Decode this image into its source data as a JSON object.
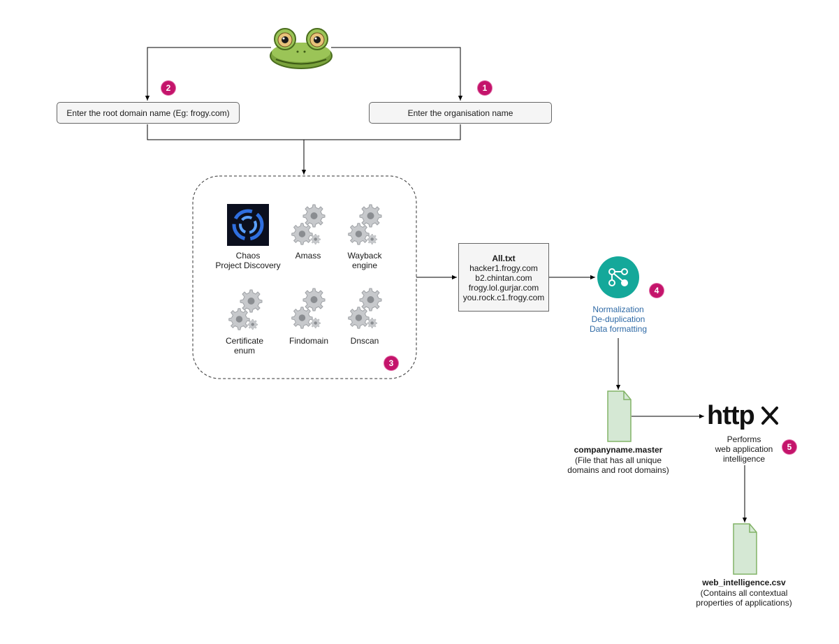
{
  "inputs": {
    "root_domain": "Enter the root domain name (Eg: frogy.com)",
    "organisation": "Enter the organisation name"
  },
  "tools": [
    {
      "name": "Chaos\nProject Discovery",
      "icon": "chaos-logo"
    },
    {
      "name": "Amass",
      "icon": "gears-icon"
    },
    {
      "name": "Wayback\nengine",
      "icon": "gears-icon"
    },
    {
      "name": "Certificate\nenum",
      "icon": "gears-icon"
    },
    {
      "name": "Findomain",
      "icon": "gears-icon"
    },
    {
      "name": "Dnscan",
      "icon": "gears-icon"
    }
  ],
  "all_txt": {
    "title": "All.txt",
    "lines": [
      "hacker1.frogy.com",
      "b2.chintan.com",
      "frogy.lol.gurjar.com",
      "you.rock.c1.frogy.com"
    ]
  },
  "processing": {
    "icon": "workflow-icon",
    "steps": [
      "Normalization",
      "De-duplication",
      "Data formatting"
    ]
  },
  "master_file": {
    "name": "companyname.master",
    "description": "(File that has all unique\ndomains and root domains)"
  },
  "httpx": {
    "logo_text": "http",
    "description": "Performs\nweb application\nintelligence"
  },
  "output_file": {
    "name": "web_intelligence.csv",
    "description": "(Contains all contextual\nproperties of applications)"
  },
  "badges": [
    "1",
    "2",
    "3",
    "4",
    "5"
  ],
  "colors": {
    "badge": "#c4146b",
    "teal": "#14a89a",
    "file_fill": "#d5e8d4",
    "file_stroke": "#82b366",
    "gear": "#c7c9cc",
    "label_blue": "#2f6aa6"
  }
}
